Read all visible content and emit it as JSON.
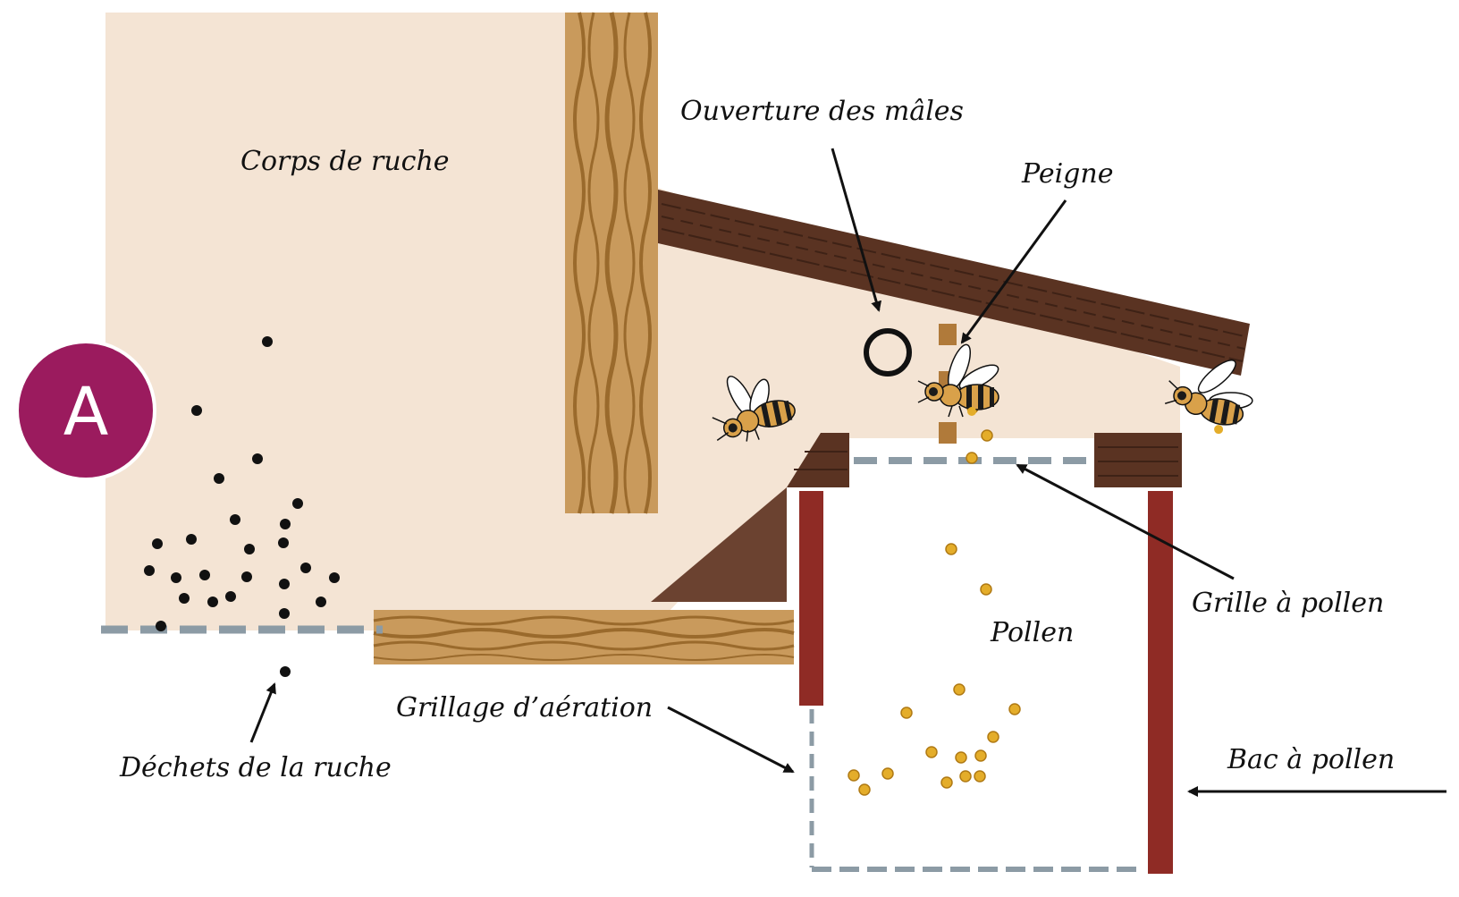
{
  "badge": {
    "text": "A",
    "color": "#9b1b5e"
  },
  "labels": {
    "corps": "Corps de ruche",
    "ouverture": "Ouverture des mâles",
    "peigne": "Peigne",
    "grille_pollen": "Grille à pollen",
    "pollen": "Pollen",
    "grillage": "Grillage d’aération",
    "bac": "Bac à pollen",
    "dechets": "Déchets de la ruche"
  },
  "colors": {
    "hive_body": "#f4e4d4",
    "light_wood": "#c99a5c",
    "light_wood_grain": "#9a6a2c",
    "dark_wood": "#5a3322",
    "dark_wood_grain": "#3e2216",
    "ramp": "#6b4230",
    "bac_wall": "#8f2b25",
    "mesh": "#8c9ba5",
    "pollen": "#e4ad2a",
    "peigne": "#b07a3a",
    "bee_body": "#d9a14a",
    "bee_stripe": "#1a1a1a"
  }
}
